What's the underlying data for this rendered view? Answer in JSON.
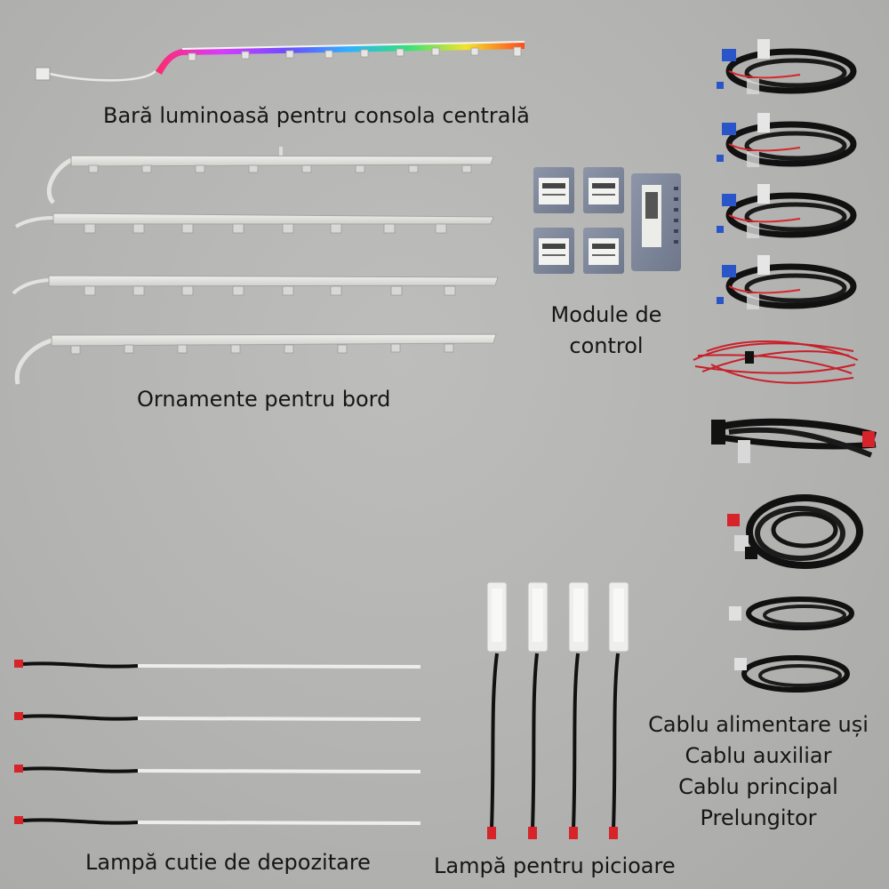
{
  "labels": {
    "console_bar": "Bară luminoasă pentru consola centrală",
    "dashboard_trims": "Ornamente pentru bord",
    "control_modules_line1": "Module de",
    "control_modules_line2": "control",
    "storage_lamp": "Lampă cutie de depozitare",
    "foot_lamp": "Lampă pentru picioare",
    "cables": [
      "Cablu alimentare uși",
      "Cablu auxiliar",
      "Cablu principal",
      "Prelungitor"
    ]
  },
  "colors": {
    "background": "#b5b5b3",
    "text": "#161616",
    "trim": "#dcdcd8",
    "cable": "#111111",
    "connector_red": "#d6242a"
  }
}
